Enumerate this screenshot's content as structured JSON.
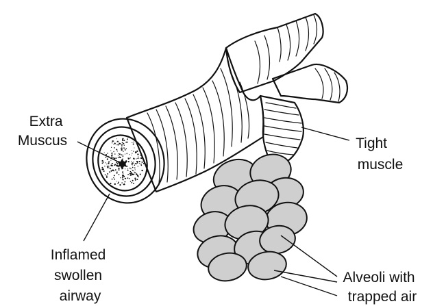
{
  "labels": {
    "extra_mucus": [
      "Extra",
      "Muscus"
    ],
    "tight_muscle": [
      "Tight",
      "muscle"
    ],
    "inflamed_airway": [
      "Inflamed",
      "swollen",
      "airway"
    ],
    "alveoli": [
      "Alveoli with",
      "trapped air"
    ]
  },
  "colors": {
    "ink": "#111111",
    "alveoli_fill": "#cfcfcf",
    "background": "#ffffff"
  }
}
